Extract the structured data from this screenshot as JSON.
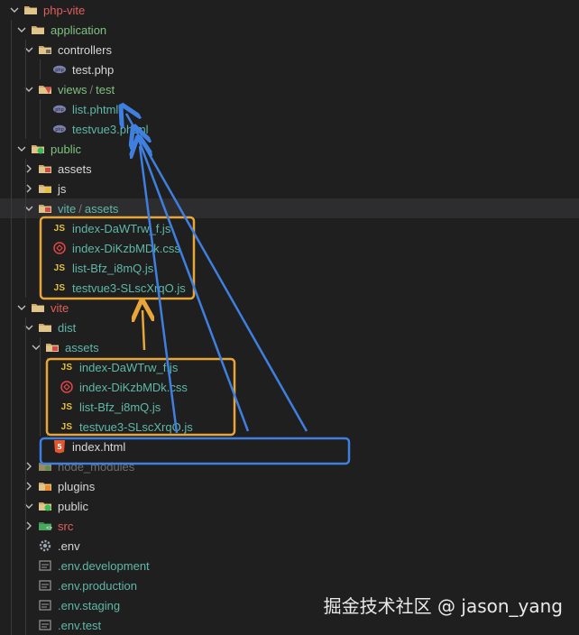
{
  "tree": [
    {
      "label": "php-vite",
      "expanded": true,
      "color": "red",
      "icon": "folder-icon"
    },
    {
      "label": "application",
      "expanded": true,
      "color": "green",
      "icon": "folder-icon"
    },
    {
      "label": "controllers",
      "expanded": true,
      "color": "default",
      "icon": "folder-icon"
    },
    {
      "label": "test.php",
      "color": "default",
      "icon": "php-file-icon"
    },
    {
      "label": "views",
      "label2": "test",
      "expanded": true,
      "color": "green",
      "icon": "views-folder-icon"
    },
    {
      "label": "list.phtml",
      "color": "teal",
      "icon": "php-file-icon"
    },
    {
      "label": "testvue3.phtml",
      "color": "teal",
      "icon": "php-file-icon"
    },
    {
      "label": "public",
      "expanded": true,
      "color": "green",
      "icon": "public-folder-icon"
    },
    {
      "label": "assets",
      "expanded": false,
      "color": "default",
      "icon": "assets-folder-icon"
    },
    {
      "label": "js",
      "expanded": false,
      "color": "default",
      "icon": "js-folder-icon"
    },
    {
      "label": "vite",
      "label2": "assets",
      "expanded": true,
      "color": "teal",
      "icon": "assets-folder-icon"
    },
    {
      "label": "index-DaWTrw_f.js",
      "color": "teal",
      "icon": "js-file-icon"
    },
    {
      "label": "index-DiKzbMDk.css",
      "color": "teal",
      "icon": "css-file-icon"
    },
    {
      "label": "list-Bfz_i8mQ.js",
      "color": "teal",
      "icon": "js-file-icon"
    },
    {
      "label": "testvue3-SLscXrqO.js",
      "color": "teal",
      "icon": "js-file-icon"
    },
    {
      "label": "vite",
      "expanded": true,
      "color": "red",
      "icon": "folder-icon"
    },
    {
      "label": "dist",
      "expanded": true,
      "color": "teal",
      "icon": "folder-icon"
    },
    {
      "label": "assets",
      "expanded": true,
      "color": "teal",
      "icon": "assets-folder-icon"
    },
    {
      "label": "index-DaWTrw_f.js",
      "color": "teal",
      "icon": "js-file-icon"
    },
    {
      "label": "index-DiKzbMDk.css",
      "color": "teal",
      "icon": "css-file-icon"
    },
    {
      "label": "list-Bfz_i8mQ.js",
      "color": "teal",
      "icon": "js-file-icon"
    },
    {
      "label": "testvue3-SLscXrqO.js",
      "color": "teal",
      "icon": "js-file-icon"
    },
    {
      "label": "index.html",
      "color": "default",
      "icon": "html-file-icon"
    },
    {
      "label": "node_modules",
      "expanded": false,
      "color": "dim",
      "icon": "node-folder-icon"
    },
    {
      "label": "plugins",
      "expanded": false,
      "color": "default",
      "icon": "plugins-folder-icon"
    },
    {
      "label": "public",
      "expanded": true,
      "color": "default",
      "icon": "public-folder-icon"
    },
    {
      "label": "src",
      "expanded": false,
      "color": "red",
      "icon": "src-folder-icon"
    },
    {
      "label": ".env",
      "color": "default",
      "icon": "gear-icon"
    },
    {
      "label": ".env.development",
      "color": "teal",
      "icon": "env-file-icon"
    },
    {
      "label": ".env.production",
      "color": "teal",
      "icon": "env-file-icon"
    },
    {
      "label": ".env.staging",
      "color": "teal",
      "icon": "env-file-icon"
    },
    {
      "label": ".env.test",
      "color": "teal",
      "icon": "env-file-icon"
    }
  ],
  "watermark": "掘金技术社区 @ jason_yang",
  "colors": {
    "background": "#1f1f1f",
    "orange_box": "#e8a63a",
    "blue_box": "#3f7fe0",
    "label_default": "#d7d7d7",
    "label_green": "#7fc27f",
    "label_teal": "#5fb8a8",
    "label_red": "#e0605a"
  }
}
